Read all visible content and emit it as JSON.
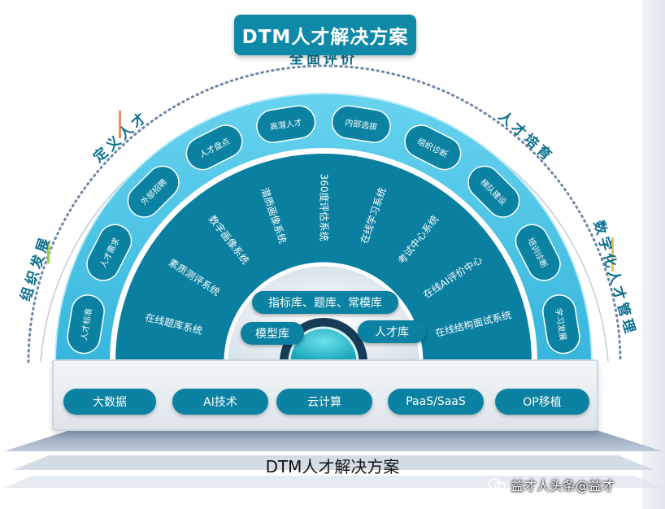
{
  "title": "DTM人才解决方案",
  "caption": "DTM人才解决方案",
  "watermark": "益才人头条@益才",
  "outer_labels": [
    "组织发展",
    "定义人才",
    "全面评价",
    "人才培育",
    "数字化人才管理"
  ],
  "ring_items": [
    "人才标准",
    "人才需求",
    "外部招聘",
    "人才盘点",
    "高潜人才",
    "内部选拔",
    "组织诊断",
    "梯队建设",
    "培训诊断",
    "学习发展"
  ],
  "inner_systems": [
    "在线题库系统",
    "素质测评系统",
    "数字画像系统",
    "潜质画像系统",
    "360度评估系统",
    "在线学习系统",
    "考试中心系统",
    "在线AI评价中心",
    "在线结构面试系统"
  ],
  "hub": {
    "top": "指标库、题库、常模库",
    "left": "模型库",
    "right": "人才库"
  },
  "base_items": [
    "大数据",
    "AI技术",
    "云计算",
    "PaaS/SaaS",
    "OP移植"
  ],
  "colors": {
    "primary": "#0b82a1",
    "ring": "#4fc6e6",
    "outer_text": "#0b6f8e"
  }
}
